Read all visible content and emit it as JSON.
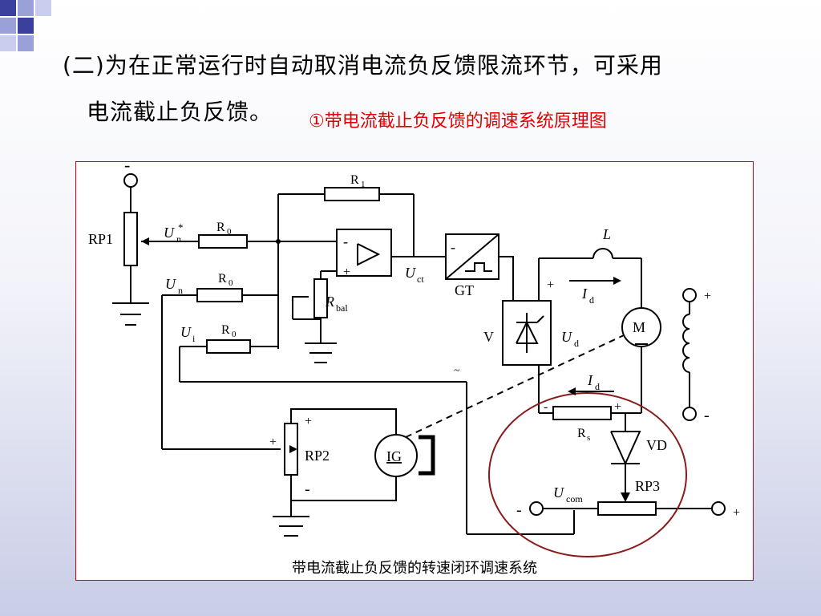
{
  "slide": {
    "title_line1": "(二)为在正常运行时自动取消电流负反馈限流环节，可采用",
    "title_line2": "电流截止负反馈。",
    "subtitle": "①带电流截止负反馈的调速系统原理图",
    "caption": "带电流截止负反馈的转速闭环调速系统"
  },
  "labels": {
    "rp1": "RP1",
    "un_star_main": "U",
    "un_star_sub": "n",
    "un_star_sup": "*",
    "un_main": "U",
    "un_sub": "n",
    "ui_main": "U",
    "ui_sub": "i",
    "r0": "R",
    "r0_sub": "0",
    "r1": "R",
    "r1_sub": "1",
    "rbal_main": "R",
    "rbal_sub": "bal",
    "uct_main": "U",
    "uct_sub": "ct",
    "gt": "GT",
    "v": "V",
    "ud_main": "U",
    "ud_sub": "d",
    "id_main": "I",
    "id_sub": "d",
    "l": "L",
    "m": "M",
    "rp2": "RP2",
    "ig": "IG",
    "rs": "R",
    "rs_sub": "s",
    "vd": "VD",
    "rp3": "RP3",
    "ucom_main": "U",
    "ucom_sub": "com",
    "plus": "+",
    "minus": "-",
    "tilde": "~"
  },
  "colors": {
    "accent_red": "#e00000",
    "frame_red": "#d0021b",
    "ellipse_red": "#8b1a1a",
    "corner_blue": "#3b3f9e"
  }
}
